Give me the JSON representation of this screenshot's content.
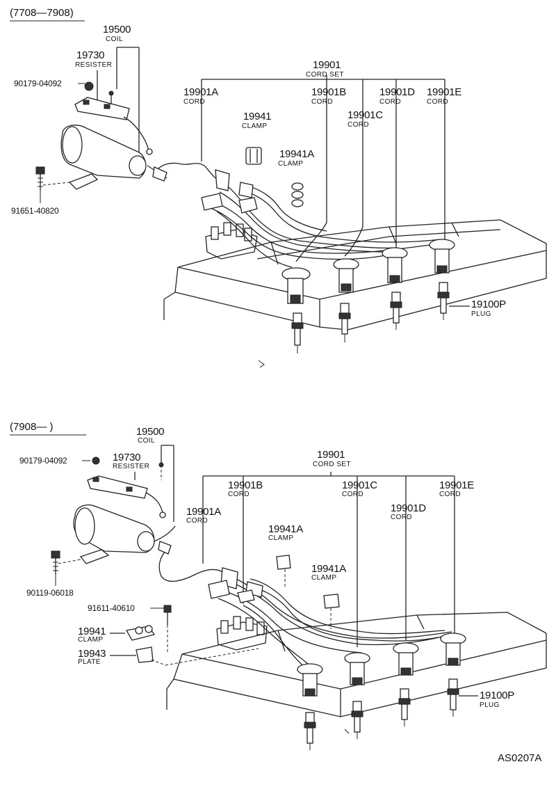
{
  "sections": [
    {
      "range": "(7708—7908)",
      "coil": {
        "number": "19500",
        "name": "COIL"
      },
      "resister": {
        "number": "19730",
        "name": "RESISTER"
      },
      "nut": {
        "number": "90179-04092"
      },
      "bolt": {
        "number": "91651-40820"
      },
      "cord_set": {
        "number": "19901",
        "name": "CORD SET"
      },
      "cord_a": {
        "number": "19901A",
        "name": "CORD"
      },
      "cord_b": {
        "number": "19901B",
        "name": "CORD"
      },
      "cord_c": {
        "number": "19901C",
        "name": "CORD"
      },
      "cord_d": {
        "number": "19901D",
        "name": "CORD"
      },
      "cord_e": {
        "number": "19901E",
        "name": "CORD"
      },
      "clamp": {
        "number": "19941",
        "name": "CLAMP"
      },
      "clamp_a": {
        "number": "19941A",
        "name": "CLAMP"
      },
      "plug": {
        "number": "19100P",
        "name": "PLUG"
      }
    },
    {
      "range": "(7908—        )",
      "coil": {
        "number": "19500",
        "name": "COIL"
      },
      "resister": {
        "number": "19730",
        "name": "RESISTER"
      },
      "nut": {
        "number": "90179-04092"
      },
      "bolt": {
        "number": "90119-06018"
      },
      "clamp_bolt": {
        "number": "91611-40610"
      },
      "cord_set": {
        "number": "19901",
        "name": "CORD SET"
      },
      "cord_a": {
        "number": "19901A",
        "name": "CORD"
      },
      "cord_b": {
        "number": "19901B",
        "name": "CORD"
      },
      "cord_c": {
        "number": "19901C",
        "name": "CORD"
      },
      "cord_d": {
        "number": "19901D",
        "name": "CORD"
      },
      "cord_e": {
        "number": "19901E",
        "name": "CORD"
      },
      "clamp_a1": {
        "number": "19941A",
        "name": "CLAMP"
      },
      "clamp_a2": {
        "number": "19941A",
        "name": "CLAMP"
      },
      "clamp": {
        "number": "19941",
        "name": "CLAMP"
      },
      "plate": {
        "number": "19943",
        "name": "PLATE"
      },
      "plug": {
        "number": "19100P",
        "name": "PLUG"
      }
    }
  ],
  "drawing_code": "AS0207A"
}
